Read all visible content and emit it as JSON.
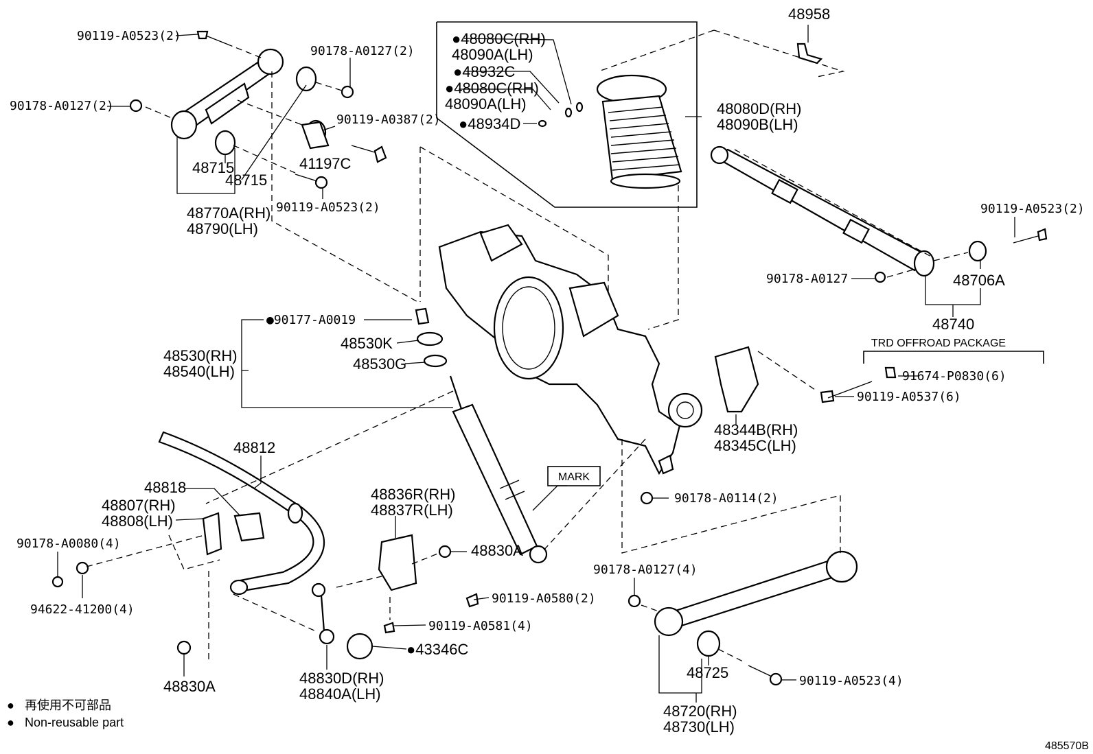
{
  "diagram_id": "485570B",
  "mark_label": "MARK",
  "package_label": "TRD OFFROAD PACKAGE",
  "legend": {
    "bullet": "●",
    "jp": "再使用不可部品",
    "en": "Non-reusable part"
  },
  "callouts": [
    {
      "key": "a1",
      "lines": [
        "90119-A0523(2)"
      ]
    },
    {
      "key": "a2",
      "lines": [
        "90178-A0127(2)"
      ]
    },
    {
      "key": "a3",
      "lines": [
        "90178-A0127(2)"
      ]
    },
    {
      "key": "a4",
      "lines": [
        "90119-A0387(2)"
      ]
    },
    {
      "key": "a5",
      "lines": [
        "48715"
      ]
    },
    {
      "key": "a6",
      "lines": [
        "48715"
      ]
    },
    {
      "key": "a7",
      "lines": [
        "41197C"
      ]
    },
    {
      "key": "a8",
      "lines": [
        "48770A(RH)",
        "48790(LH)"
      ]
    },
    {
      "key": "a9",
      "lines": [
        "90119-A0523(2)"
      ]
    },
    {
      "key": "b1",
      "lines": [
        "48080C(RH)",
        "48090A(LH)"
      ],
      "bullet": true
    },
    {
      "key": "b2",
      "lines": [
        "48932C"
      ],
      "bullet": true
    },
    {
      "key": "b3",
      "lines": [
        "48080C(RH)",
        "48090A(LH)"
      ],
      "bullet": true
    },
    {
      "key": "b4",
      "lines": [
        "48934D"
      ],
      "bullet": true
    },
    {
      "key": "b5",
      "lines": [
        "48080D(RH)",
        "48090B(LH)"
      ]
    },
    {
      "key": "c1",
      "lines": [
        "48958"
      ]
    },
    {
      "key": "c2",
      "lines": [
        "90119-A0523(2)"
      ]
    },
    {
      "key": "c3",
      "lines": [
        "90178-A0127"
      ]
    },
    {
      "key": "c4",
      "lines": [
        "48706A"
      ]
    },
    {
      "key": "c5",
      "lines": [
        "48740"
      ]
    },
    {
      "key": "d1",
      "lines": [
        "90177-A0019"
      ],
      "bullet": true
    },
    {
      "key": "d2",
      "lines": [
        "48530K"
      ]
    },
    {
      "key": "d3",
      "lines": [
        "48530G"
      ]
    },
    {
      "key": "d4",
      "lines": [
        "48530(RH)",
        "48540(LH)"
      ]
    },
    {
      "key": "e1",
      "lines": [
        "91674-P0830(6)"
      ]
    },
    {
      "key": "e2",
      "lines": [
        "90119-A0537(6)"
      ]
    },
    {
      "key": "e3",
      "lines": [
        "48344B(RH)",
        "48345C(LH)"
      ]
    },
    {
      "key": "e4",
      "lines": [
        "90178-A0114(2)"
      ]
    },
    {
      "key": "f1",
      "lines": [
        "48812"
      ]
    },
    {
      "key": "f2",
      "lines": [
        "48818"
      ]
    },
    {
      "key": "f3",
      "lines": [
        "48807(RH)",
        "48808(LH)"
      ]
    },
    {
      "key": "f4",
      "lines": [
        "90178-A0080(4)"
      ]
    },
    {
      "key": "f5",
      "lines": [
        "94622-41200(4)"
      ]
    },
    {
      "key": "f6",
      "lines": [
        "48830A"
      ]
    },
    {
      "key": "g1",
      "lines": [
        "48836R(RH)",
        "48837R(LH)"
      ]
    },
    {
      "key": "g2",
      "lines": [
        "48830A"
      ]
    },
    {
      "key": "g3",
      "lines": [
        "90119-A0580(2)"
      ]
    },
    {
      "key": "g4",
      "lines": [
        "90119-A0581(4)"
      ]
    },
    {
      "key": "g5",
      "lines": [
        "43346C"
      ],
      "bullet": true
    },
    {
      "key": "g6",
      "lines": [
        "48830D(RH)",
        "48840A(LH)"
      ]
    },
    {
      "key": "h1",
      "lines": [
        "90178-A0127(4)"
      ]
    },
    {
      "key": "h2",
      "lines": [
        "48725"
      ]
    },
    {
      "key": "h3",
      "lines": [
        "90119-A0523(4)"
      ]
    },
    {
      "key": "h4",
      "lines": [
        "48720(RH)",
        "48730(LH)"
      ]
    }
  ]
}
